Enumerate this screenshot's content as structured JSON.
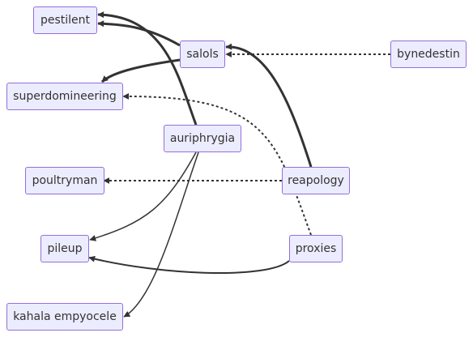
{
  "theme": {
    "node_fill": "#ececff",
    "node_border": "#9370db",
    "edge_color": "#333333"
  },
  "nodes": {
    "pestilent": "pestilent",
    "salols": "salols",
    "bynedestin": "bynedestin",
    "superdomineering": "superdomineering",
    "auriphrygia": "auriphrygia",
    "poultryman": "poultryman",
    "reapology": "reapology",
    "pileup": "pileup",
    "proxies": "proxies",
    "kahala_empyocele": "kahala empyocele"
  },
  "edges": [
    {
      "from": "salols",
      "to": "pestilent",
      "style": "solid"
    },
    {
      "from": "auriphrygia",
      "to": "pestilent",
      "style": "solid"
    },
    {
      "from": "salols",
      "to": "superdomineering",
      "style": "solid"
    },
    {
      "from": "bynedestin",
      "to": "salols",
      "style": "dotted"
    },
    {
      "from": "reapology",
      "to": "salols",
      "style": "solid"
    },
    {
      "from": "proxies",
      "to": "superdomineering",
      "style": "dotted"
    },
    {
      "from": "reapology",
      "to": "poultryman",
      "style": "dotted"
    },
    {
      "from": "auriphrygia",
      "to": "pileup",
      "style": "solid"
    },
    {
      "from": "proxies",
      "to": "pileup",
      "style": "solid"
    },
    {
      "from": "auriphrygia",
      "to": "kahala_empyocele",
      "style": "solid"
    }
  ]
}
